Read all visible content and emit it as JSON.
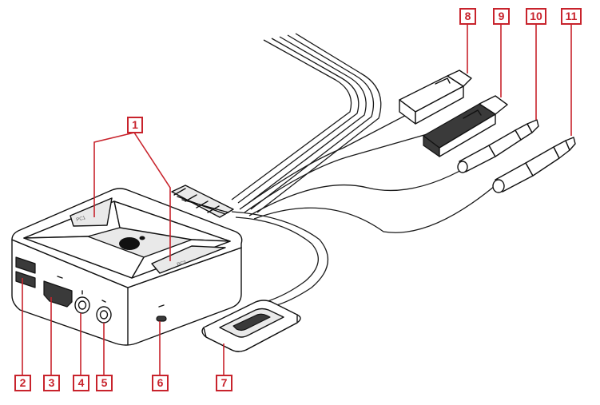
{
  "callouts": [
    {
      "id": "1",
      "label": "1"
    },
    {
      "id": "2",
      "label": "2"
    },
    {
      "id": "3",
      "label": "3"
    },
    {
      "id": "4",
      "label": "4"
    },
    {
      "id": "5",
      "label": "5"
    },
    {
      "id": "6",
      "label": "6"
    },
    {
      "id": "7",
      "label": "7"
    },
    {
      "id": "8",
      "label": "8"
    },
    {
      "id": "9",
      "label": "9"
    },
    {
      "id": "10",
      "label": "10"
    },
    {
      "id": "11",
      "label": "11"
    }
  ],
  "device": {
    "button_left_label": "PC1",
    "button_right_label": "PC2"
  },
  "colors": {
    "callout": "#c8232c",
    "ink": "#111111",
    "fill": "#e9e9e9"
  },
  "icons": [
    "logo-icon",
    "usb-a-plug-icon",
    "audio-plug-icon",
    "hdmi-port-icon",
    "usb-c-port-icon",
    "headphone-icon",
    "mic-icon"
  ]
}
